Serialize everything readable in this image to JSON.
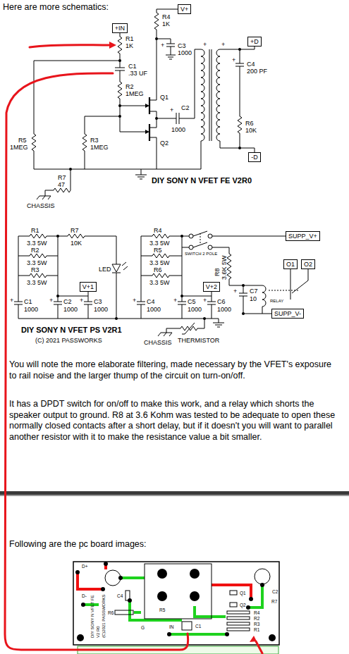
{
  "diagram": {
    "nodes": [
      {
        "text": [
          "V+"
        ]
      },
      {
        "text": [
          "+IN"
        ]
      },
      {
        "text": [
          "+D"
        ]
      },
      {
        "text": [
          "-D"
        ]
      },
      {
        "text": [
          "SUPP_V+"
        ]
      },
      {
        "text": [
          "O1"
        ]
      },
      {
        "text": [
          "O2"
        ]
      },
      {
        "text": [
          "V+1"
        ]
      },
      {
        "text": [
          "V+2"
        ]
      },
      {
        "text": [
          "SUPP_V-"
        ]
      }
    ],
    "labels": [
      "Here are more schematics:",
      "R4",
      "1K",
      "R1",
      "1K",
      "+",
      "C3",
      "1000",
      "+",
      "+",
      "+",
      "C4",
      "200 PF",
      "C1",
      ".33 UF",
      "R2",
      "1MEG",
      "Q1",
      "+",
      "C2",
      "1000",
      "Q2",
      "R5",
      "1MEG",
      "R3",
      "1MEG",
      "R6",
      "10K",
      "R7",
      "47",
      "CHASSIS",
      "DIY SONY N VFET FE V2R0",
      "R1",
      "3.3 5W",
      "R2",
      "3.3 5W",
      "R3",
      "3.3 5W",
      "R7",
      "10K",
      "LED",
      "+",
      "C1",
      "1000",
      "+",
      "C2",
      "1000",
      "+",
      "C3",
      "1000",
      "R4",
      "3.3 5W",
      "R5",
      "3.3 5W",
      "R6",
      "3.3 5W",
      "SWITCH 2 POLE",
      "R8",
      "3.6K 5W",
      "+",
      "C4",
      "1000",
      "+",
      "C5",
      "1000",
      "+",
      "C6",
      "1000",
      "+",
      "C7",
      "10",
      "RELAY",
      "DIY SONY N VFET PS V2R1",
      "(C) 2021 PASSWORKS",
      "CHASSIS",
      "THERMISTOR",
      "You will note the more elaborate filtering, made necessary by the VFET's exposure to rail noise and the larger thump of the circuit on turn-on/off.",
      "It has a DPDT switch for on/off to make this work, and a relay which shorts the speaker output to ground. R8 at 3.6 Kohm was tested to be adequate to open these normally closed contacts after a short delay, but if it doesn't you will want to parallel another resistor with it to make the resistance value a bit smaller.",
      "Following are the pc board images:",
      "D+",
      "D-",
      "DIY SONY N VFET FE",
      "V2 R0",
      "(C)2021 PASSWORKS",
      "C4",
      "R6",
      "R5",
      "G",
      "IN",
      "C1",
      "C2",
      "R7",
      "Q1",
      "Q2",
      "R4",
      "R2",
      "R3",
      "R1"
    ]
  }
}
